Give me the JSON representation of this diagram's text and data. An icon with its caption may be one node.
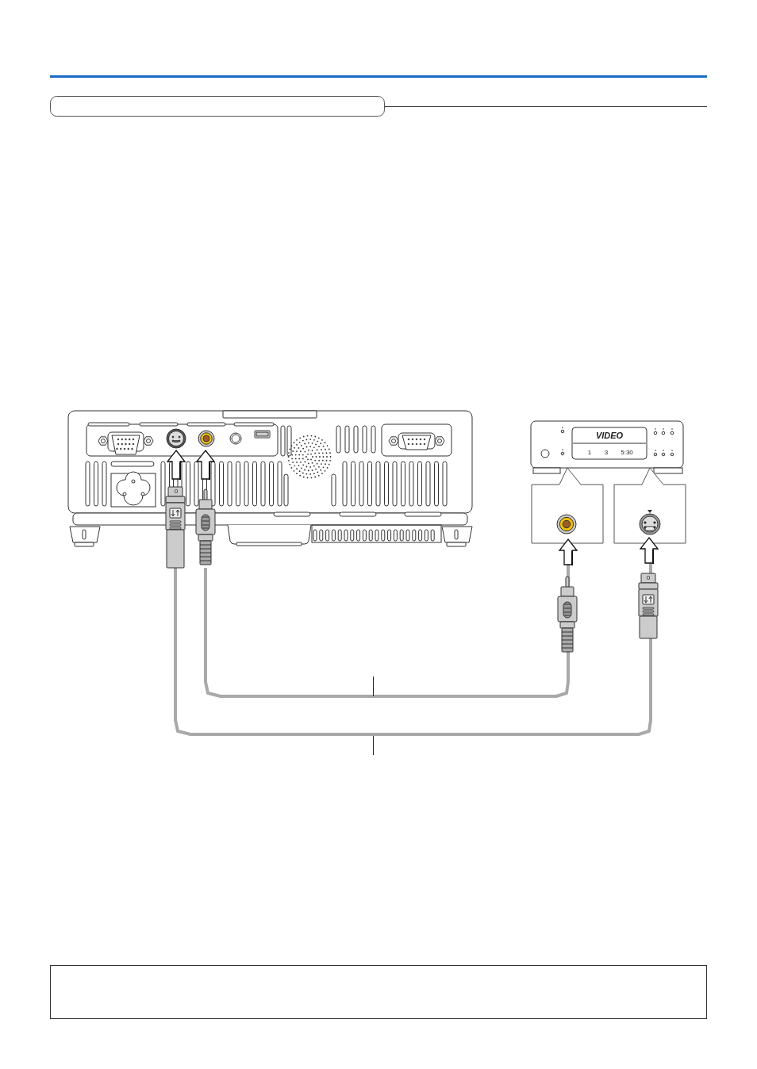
{
  "diagram": {
    "nodes": [
      {
        "text": [],
        "shape": "picture"
      },
      {
        "text": [],
        "shape": "picture"
      },
      {
        "text": [],
        "shape": "box"
      },
      {
        "text": [],
        "shape": "box"
      }
    ],
    "edges": [
      {
        "from": 0,
        "to": 2,
        "arrow": "none"
      },
      {
        "from": 0,
        "to": 3,
        "arrow": "none"
      }
    ],
    "labels": [
      "VIDEO",
      "1",
      "3",
      "5:30",
      "0",
      "0"
    ]
  }
}
